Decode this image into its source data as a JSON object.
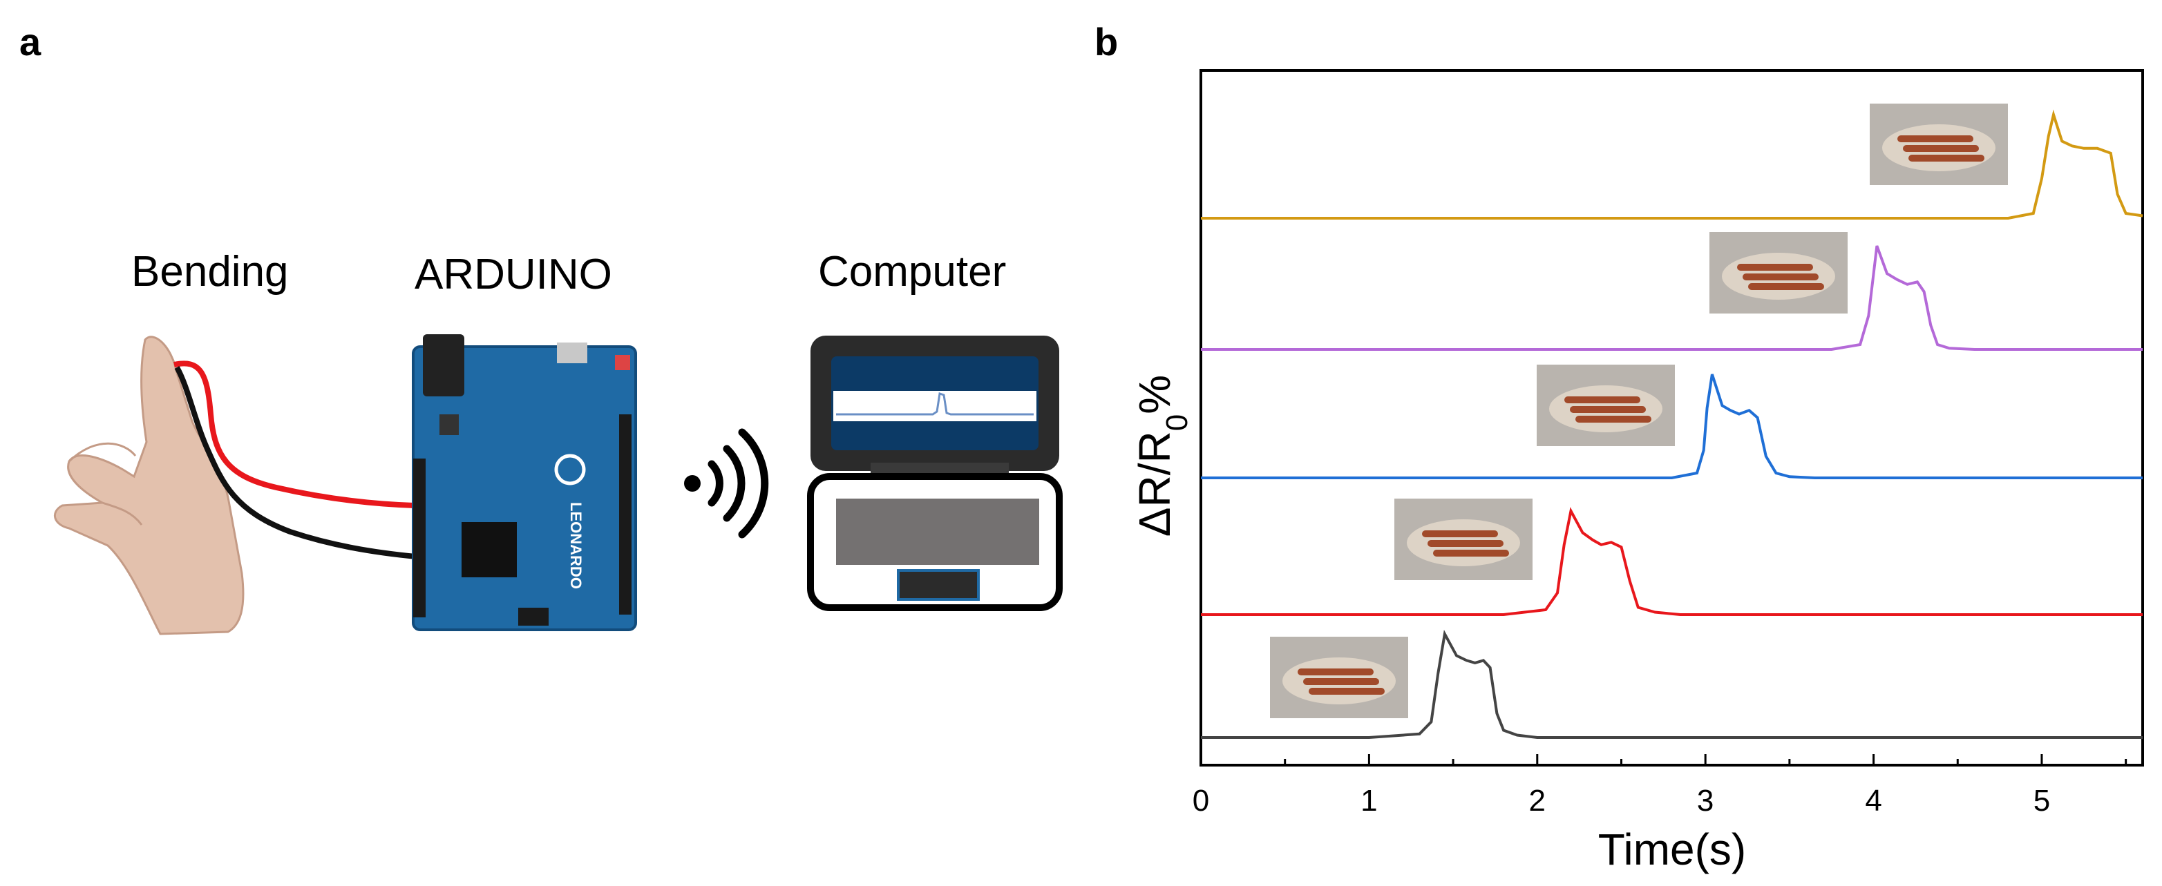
{
  "panels": {
    "a": "a",
    "b": "b"
  },
  "schematic": {
    "bending_label": "Bending",
    "arduino_label": "ARDUINO",
    "computer_label": "Computer",
    "board_text": "LEONARDO",
    "colors": {
      "wire_signal": "#e8171c",
      "wire_ground": "#111111",
      "board": "#1f6aa5",
      "screen": "#0c3a66"
    }
  },
  "chart_data": {
    "type": "line",
    "xlabel": "Time(s)",
    "ylabel": "ΔR/R0%",
    "xlim": [
      0,
      5.6
    ],
    "xticks": [
      0,
      1,
      2,
      3,
      4,
      5
    ],
    "y_tick_labels": false,
    "grid": false,
    "legend": "none (inset photos of bent fingers next to each trace)",
    "series": [
      {
        "color": "#444444",
        "x": [
          0,
          1.0,
          1.3,
          1.37,
          1.41,
          1.45,
          1.52,
          1.58,
          1.63,
          1.68,
          1.72,
          1.76,
          1.8,
          1.88,
          2.0,
          3.0,
          5.6
        ],
        "y": [
          0.02,
          0.02,
          0.05,
          0.15,
          0.55,
          0.88,
          0.7,
          0.66,
          0.64,
          0.66,
          0.6,
          0.22,
          0.08,
          0.04,
          0.02,
          0.02,
          0.02
        ]
      },
      {
        "color": "#e8171c",
        "x": [
          0,
          1.8,
          2.05,
          2.12,
          2.16,
          2.2,
          2.27,
          2.33,
          2.38,
          2.44,
          2.5,
          2.55,
          2.6,
          2.7,
          2.85,
          5.6
        ],
        "y": [
          0.02,
          0.02,
          0.06,
          0.2,
          0.6,
          0.88,
          0.7,
          0.64,
          0.6,
          0.62,
          0.58,
          0.3,
          0.08,
          0.04,
          0.02,
          0.02
        ]
      },
      {
        "color": "#1f6fd6",
        "x": [
          0,
          2.8,
          2.95,
          2.99,
          3.01,
          3.04,
          3.1,
          3.15,
          3.2,
          3.26,
          3.31,
          3.36,
          3.42,
          3.5,
          3.65,
          5.6
        ],
        "y": [
          0.02,
          0.02,
          0.06,
          0.25,
          0.6,
          0.88,
          0.62,
          0.58,
          0.55,
          0.58,
          0.52,
          0.2,
          0.06,
          0.03,
          0.02,
          0.02
        ]
      },
      {
        "color": "#b469d8",
        "x": [
          0,
          3.75,
          3.92,
          3.97,
          4.0,
          4.02,
          4.08,
          4.14,
          4.2,
          4.26,
          4.3,
          4.34,
          4.38,
          4.45,
          4.6,
          5.6
        ],
        "y": [
          0.02,
          0.02,
          0.06,
          0.3,
          0.65,
          0.88,
          0.65,
          0.6,
          0.56,
          0.58,
          0.5,
          0.22,
          0.06,
          0.03,
          0.02,
          0.02
        ]
      },
      {
        "color": "#d39a13",
        "x": [
          0,
          4.8,
          4.95,
          5.0,
          5.04,
          5.07,
          5.12,
          5.18,
          5.25,
          5.33,
          5.41,
          5.45,
          5.5,
          5.6
        ],
        "y": [
          0.02,
          0.02,
          0.06,
          0.35,
          0.7,
          0.88,
          0.66,
          0.62,
          0.6,
          0.6,
          0.56,
          0.22,
          0.06,
          0.04
        ]
      }
    ]
  }
}
